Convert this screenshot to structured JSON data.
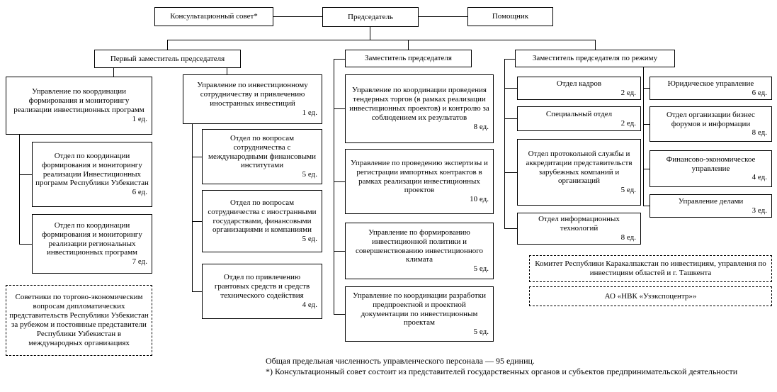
{
  "top": {
    "consultative_council": "Консультационный совет*",
    "chairman": "Председатель",
    "assistant": "Помощник"
  },
  "deputies": {
    "first_deputy": "Первый заместитель председателя",
    "deputy": "Заместитель председателя",
    "regime_deputy": "Заместитель председателя по режиму"
  },
  "col1": {
    "head": {
      "title": "Управление по координации формирования и мониторингу реализации инвестиционных программ",
      "count": "1 ед."
    },
    "dept1": {
      "title": "Отдел по координации формирования и мониторингу реализации Инвестиционных программ Республики Узбекистан",
      "count": "6 ед."
    },
    "dept2": {
      "title": "Отдел по координации формирования и мониторингу реализации региональных инвестиционных программ",
      "count": "7 ед."
    },
    "advisors": "Советники по торгово-экономическим вопросам дипломатических представительств Республики Узбекистан за рубежом и постоянные представители Республики Узбекистан в международных организациях"
  },
  "col2": {
    "head": {
      "title": "Управление по инвестиционному сотрудничеству и привлечению иностранных инвестиций",
      "count": "1 ед."
    },
    "dept1": {
      "title": "Отдел по вопросам сотрудничества с международными финансовыми институтами",
      "count": "5 ед."
    },
    "dept2": {
      "title": "Отдел по вопросам сотрудничества с иностранными государствами, финансовыми организациями и компаниями",
      "count": "5 ед."
    },
    "dept3": {
      "title": "Отдел по привлечению грантовых средств и средств технического содействия",
      "count": "4 ед."
    }
  },
  "col3": {
    "dept1": {
      "title": "Управление по координации проведения тендерных торгов (в рамках реализации инвестиционных проектов) и контролю за соблюдением их результатов",
      "count": "8 ед."
    },
    "dept2": {
      "title": "Управление по проведению экспертизы и регистрации импортных контрактов в рамках реализации инвестиционных проектов",
      "count": "10 ед."
    },
    "dept3": {
      "title": "Управление по формированию инвестиционной политики и совершенствованию инвестиционного климата",
      "count": "5 ед."
    },
    "dept4": {
      "title": "Управление по координации разработки предпроектной и проектной документации по инвестиционным проектам",
      "count": "5 ед."
    }
  },
  "col4": {
    "dept1": {
      "title": "Отдел кадров",
      "count": "2 ед."
    },
    "dept2": {
      "title": "Специальный отдел",
      "count": "2 ед."
    },
    "dept3": {
      "title": "Отдел протокольной службы и аккредитации представительств зарубежных компаний и организаций",
      "count": "5 ед."
    },
    "dept4": {
      "title": "Отдел информационных технологий",
      "count": "8 ед."
    }
  },
  "col5": {
    "dept1": {
      "title": "Юридическое управление",
      "count": "6 ед."
    },
    "dept2": {
      "title": "Отдел организации бизнес форумов и информации",
      "count": "8 ед."
    },
    "dept3": {
      "title": "Финансово-экономическое управление",
      "count": "4 ед."
    },
    "dept4": {
      "title": "Управление делами",
      "count": "3 ед."
    }
  },
  "external": {
    "committee": "Комитет Республики Каракалпакстан по инвестициям, управления по инвестициям областей и г. Ташкента",
    "uzexpocentre": "АО «НВК «Узэкспоцентр»»"
  },
  "footer": {
    "line1": "Общая предельная численность управленческого персонала — 95 единиц.",
    "line2": "*) Консультационный совет состоит из представителей государственных органов и субъектов предпринимательской деятельности"
  }
}
